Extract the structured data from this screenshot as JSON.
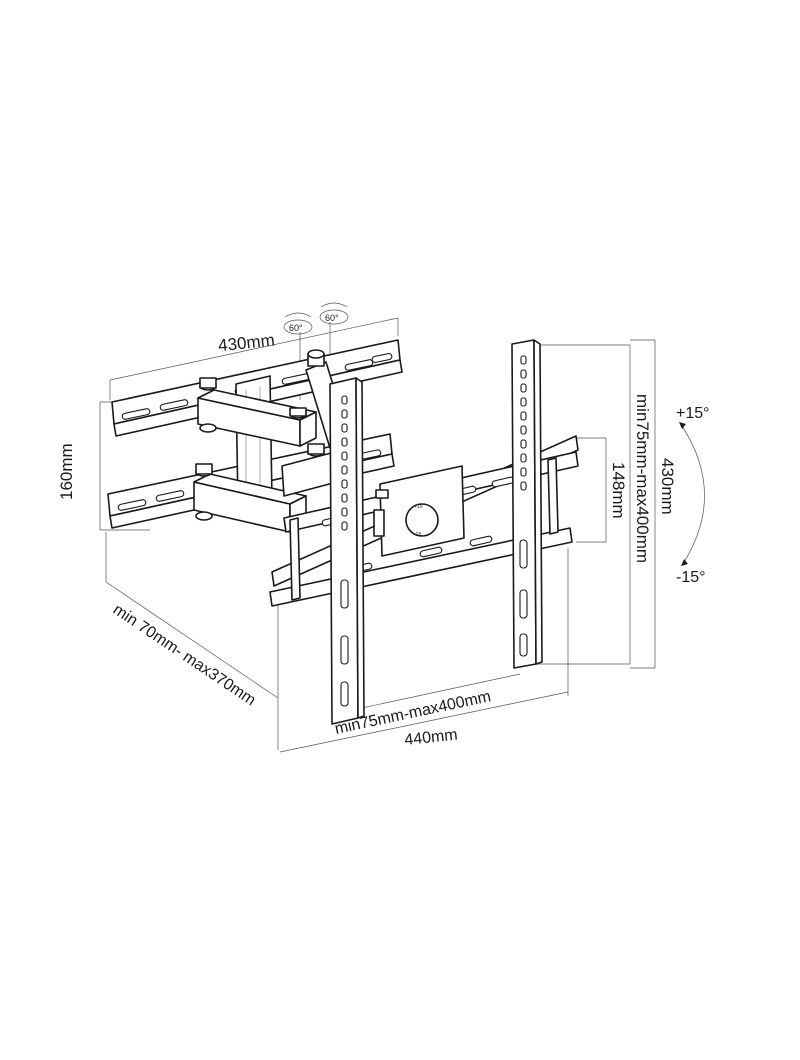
{
  "figure": {
    "top_width_label": "430mm",
    "swivel_left_label": "60°",
    "swivel_right_label": "60°",
    "wall_height_label": "160mm",
    "depth_label": "min 70mm- max370mm",
    "bottom_vesa_label": "min75mm-max400mm",
    "bottom_width_label": "440mm",
    "horizontal_bar_label": "148mm",
    "vertical_vesa_label": "min75mm-max400mm",
    "right_height_label": "430mm",
    "tilt_up_label": "+15°",
    "tilt_down_label": "-15°"
  },
  "colors": {
    "line": "#1a1a1a",
    "dimension": "#555555",
    "background": "#ffffff"
  }
}
